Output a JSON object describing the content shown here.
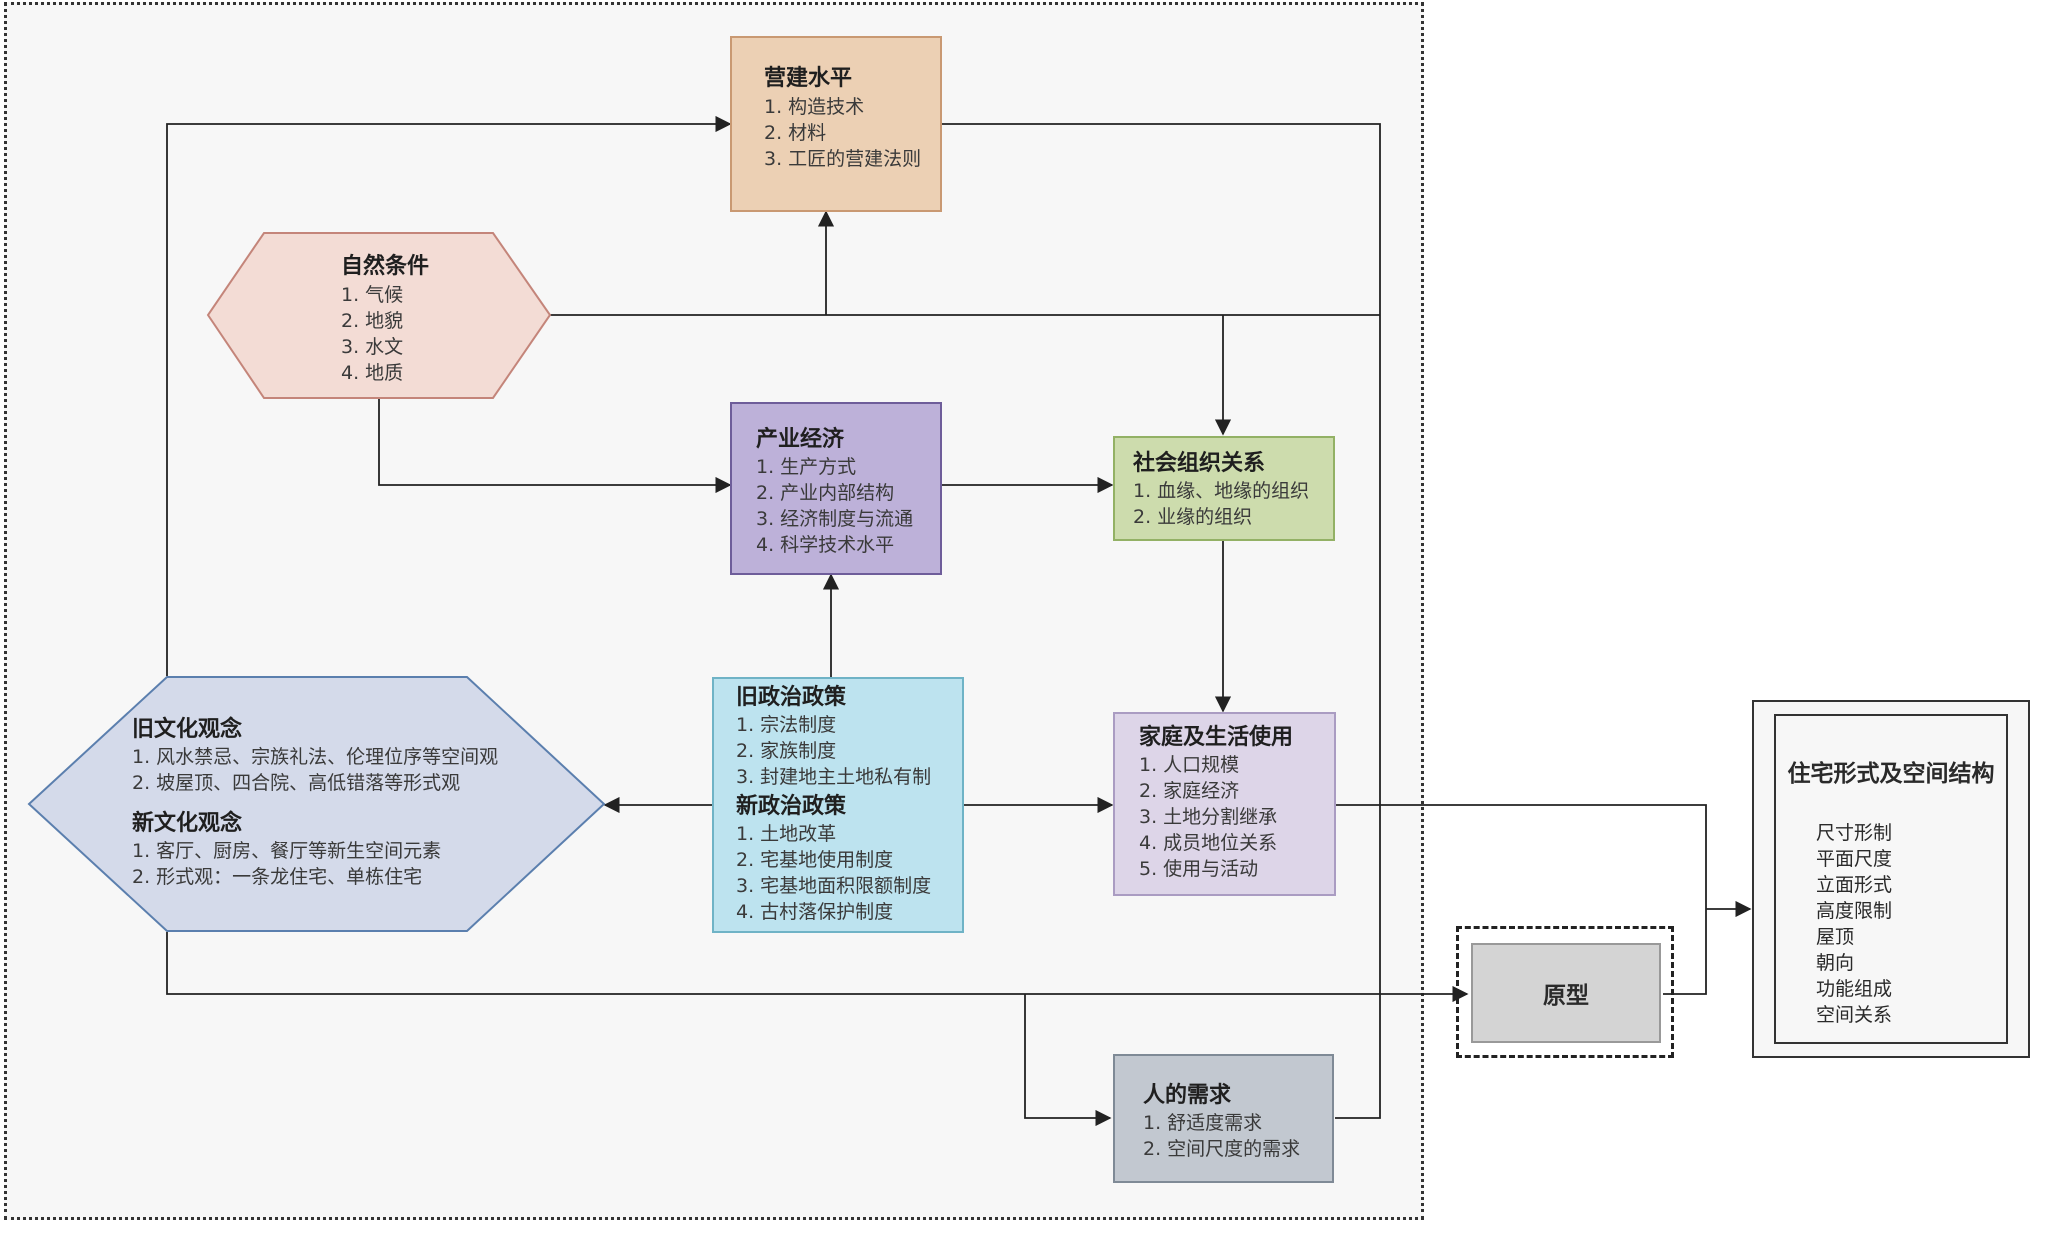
{
  "nodes": {
    "construction": {
      "title": "营建水平",
      "items": [
        "1. 构造技术",
        "2. 材料",
        "3. 工匠的营建法则"
      ],
      "fill": "#ecd0b4",
      "stroke": "#c99972"
    },
    "nature": {
      "title": "自然条件",
      "items": [
        "1. 气候",
        "2. 地貌",
        "3. 水文",
        "4. 地质"
      ],
      "fill": "#f3dcd5",
      "stroke": "#c4857a"
    },
    "industry": {
      "title": "产业经济",
      "items": [
        "1. 生产方式",
        "2. 产业内部结构",
        "3. 经济制度与流通",
        "4. 科学技术水平"
      ],
      "fill": "#bdb1d9",
      "stroke": "#6e5d9a"
    },
    "social": {
      "title": "社会组织关系",
      "items": [
        "1. 血缘、地缘的组织",
        "2. 业缘的组织"
      ],
      "fill": "#cddcad",
      "stroke": "#93b165"
    },
    "culture": {
      "old_title": "旧文化观念",
      "old_items": [
        "1. 风水禁忌、宗族礼法、伦理位序等空间观",
        "2. 坡屋顶、四合院、高低错落等形式观"
      ],
      "new_title": "新文化观念",
      "new_items": [
        "1. 客厅、厨房、餐厅等新生空间元素",
        "2. 形式观：一条龙住宅、单栋住宅"
      ],
      "fill": "#d4daea",
      "stroke": "#5b7fae"
    },
    "policy": {
      "old_title": "旧政治政策",
      "old_items": [
        "1. 宗法制度",
        "2. 家族制度",
        "3. 封建地主土地私有制"
      ],
      "new_title": "新政治政策",
      "new_items": [
        "1. 土地改革",
        "2. 宅基地使用制度",
        "3. 宅基地面积限额制度",
        "4. 古村落保护制度"
      ],
      "fill": "#bde3ef",
      "stroke": "#6fb3c6"
    },
    "family": {
      "title": "家庭及生活使用",
      "items": [
        "1. 人口规模",
        "2. 家庭经济",
        "3. 土地分割继承",
        "4. 成员地位关系",
        "5. 使用与活动"
      ],
      "fill": "#ddd5e8",
      "stroke": "#aa9cc2"
    },
    "needs": {
      "title": "人的需求",
      "items": [
        "1. 舒适度需求",
        "2. 空间尺度的需求"
      ],
      "fill": "#c2c8d0",
      "stroke": "#7f8a96"
    },
    "prototype": {
      "title": "原型"
    },
    "housing": {
      "title": "住宅形式及空间结构",
      "items": [
        "尺寸形制",
        "平面尺度",
        "立面形式",
        "高度限制",
        "屋顶",
        "朝向",
        "功能组成",
        "空间关系"
      ]
    }
  },
  "colors": {
    "line": "#222222",
    "frame": "#333333",
    "background": "#f7f7f7"
  }
}
